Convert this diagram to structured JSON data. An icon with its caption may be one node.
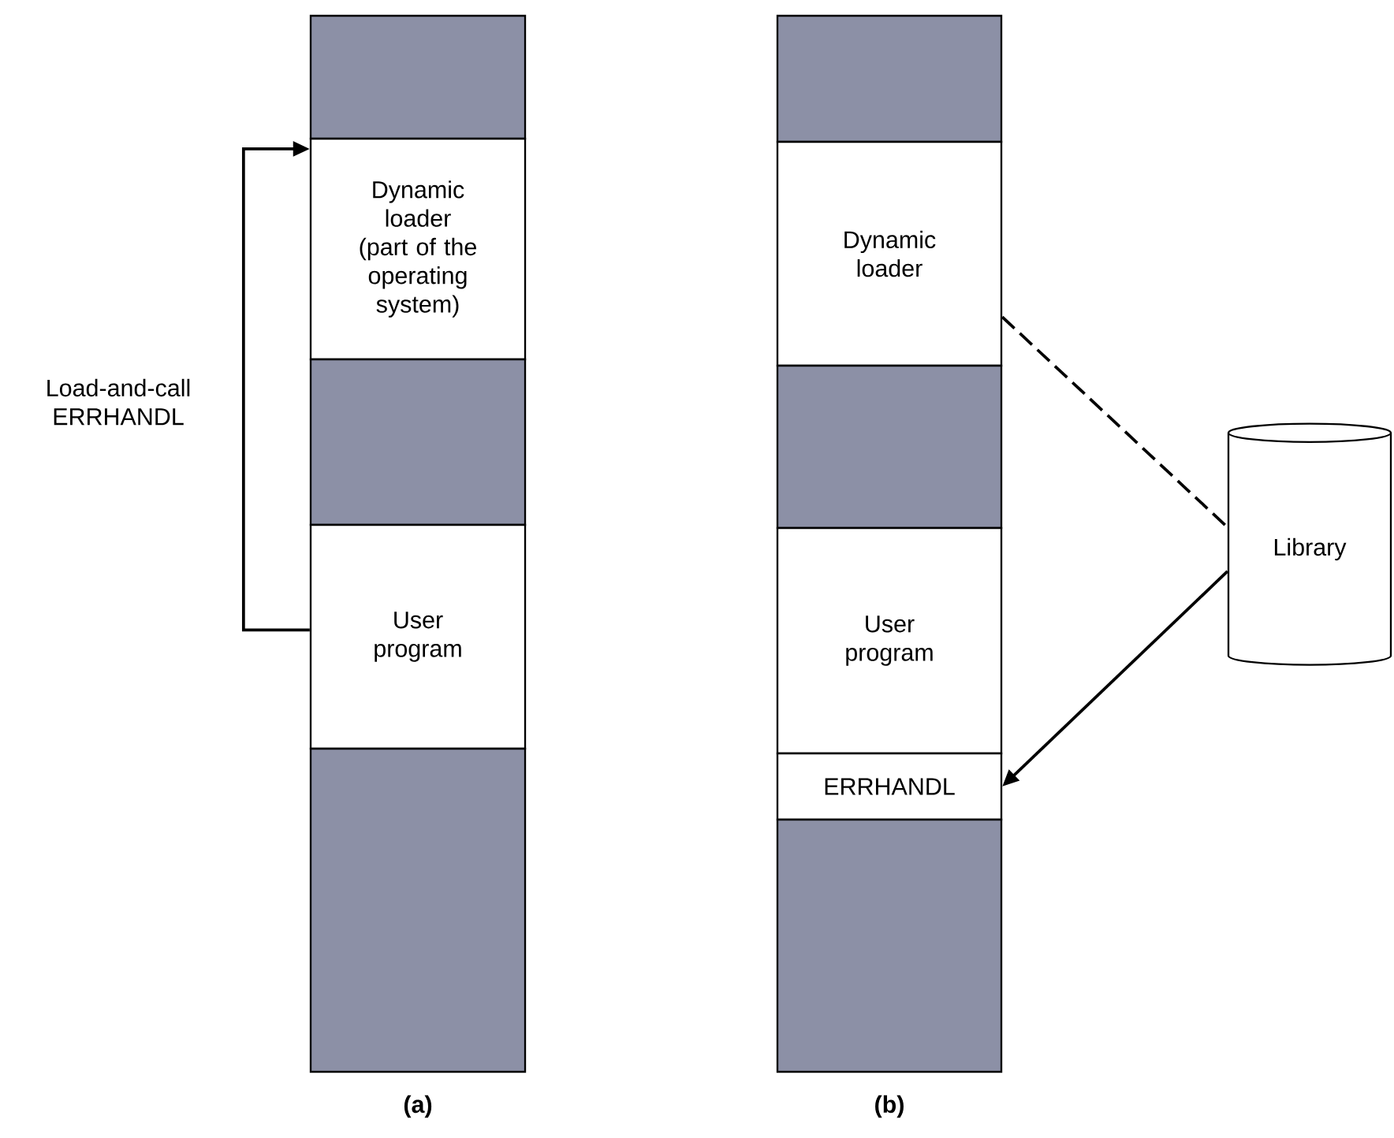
{
  "diagram": {
    "nodes": [
      {
        "text": [],
        "shape": "bar"
      },
      {
        "text": [
          "Dynamic loader (part of the operating system)"
        ]
      },
      {
        "text": [],
        "shape": "bar"
      },
      {
        "text": [
          "User program"
        ]
      },
      {
        "text": [],
        "shape": "bar"
      },
      {
        "text": [],
        "shape": "bar"
      },
      {
        "text": [
          "Dynamic loader"
        ]
      },
      {
        "text": [],
        "shape": "bar"
      },
      {
        "text": [
          "User program"
        ]
      },
      {
        "text": [
          "ERRHANDL"
        ]
      },
      {
        "text": [],
        "shape": "bar"
      },
      {
        "text": [
          "Library"
        ]
      }
    ],
    "edges": [
      {
        "from": 3,
        "to": 1,
        "arrow": "to",
        "label": "Load-and-call ERRHANDL"
      },
      {
        "from": 6,
        "to": 11,
        "arrow": "none",
        "style": "dashed"
      },
      {
        "from": 11,
        "to": 9,
        "arrow": "to"
      }
    ],
    "labels": [
      "(a)",
      "(b)"
    ]
  }
}
